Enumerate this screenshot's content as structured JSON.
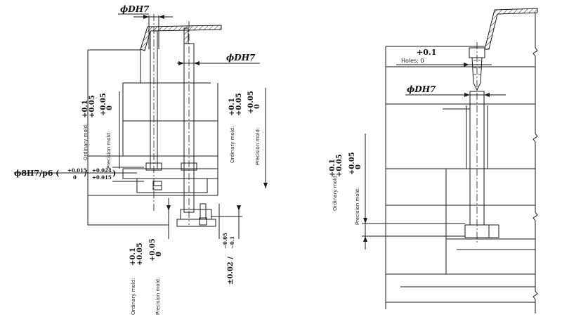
{
  "left": {
    "top_dim": "DH7",
    "right_dim": "DH7",
    "fit": {
      "nominal": "8H7/p6",
      "hole_upper": "+0.015",
      "hole_lower": "0",
      "shaft_upper": "+0.024",
      "shaft_lower": "+0.015"
    },
    "tol_a": {
      "ordinary_label": "Ordinary mold:",
      "ordinary_upper": "+0.1",
      "ordinary_lower": "+0.05",
      "precision_label": "Precision mold:",
      "precision_upper": "+0.05",
      "precision_lower": "0"
    },
    "tol_b": {
      "ordinary_label": "Ordinary mold:",
      "ordinary_upper": "+0.1",
      "ordinary_lower": "+0.05",
      "precision_label": "Precision mold:",
      "precision_upper": "+0.05",
      "precision_lower": "0"
    },
    "tol_c": {
      "ordinary_label": "Ordinary mold:",
      "ordinary_upper": "+0.1",
      "ordinary_lower": "+0.05",
      "precision_label": "Precision mold:",
      "precision_upper": "+0.05",
      "precision_lower": "0"
    },
    "pm_dim": {
      "prefix": "±0.02 / ",
      "upper": "−0.05",
      "lower": "−0.1"
    }
  },
  "right": {
    "top_tol": "+0.1",
    "holes_label": "Holes: 0",
    "dia_dim": "DH7",
    "tol": {
      "ordinary_label": "Ordinary mold:",
      "ordinary_upper": "+0.1",
      "ordinary_lower": "+0.05",
      "precision_label": "Precision mold:",
      "precision_upper": "+0.05",
      "precision_lower": "0"
    }
  }
}
